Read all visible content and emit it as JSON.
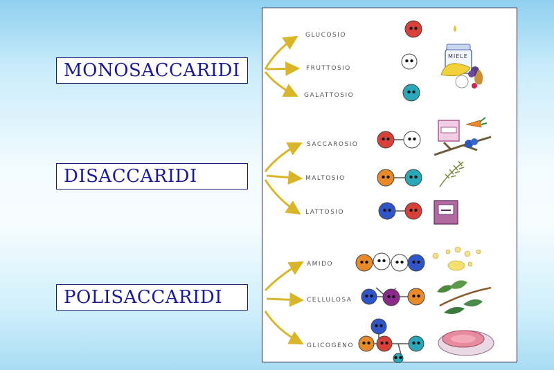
{
  "categories": {
    "mono": "MONOSACCARIDI",
    "di": "DISACCARIDI",
    "poli": "POLISACCARIDI"
  },
  "sugars": {
    "glucosio": "GLUCOSIO",
    "fruttosio": "FRUTTOSIO",
    "galattosio": "GALATTOSIO",
    "saccarosio": "SACCAROSIO",
    "maltosio": "MALTOSIO",
    "lattosio": "LATTOSIO",
    "amido": "AMIDO",
    "cellulosa": "CELLULOSA",
    "glicogeno": "GLICOGENO"
  },
  "food_text": {
    "jar_label": "MIELE"
  },
  "colors": {
    "glucose": "#d8403a",
    "fructose": "#ffffff",
    "galactose": "#2aa7b8",
    "orange_unit": "#e88a2a",
    "blue_unit": "#2f55c8",
    "purple_unit": "#8a2a8a",
    "arrow": "#d9b52a",
    "category_text": "#1a1a99"
  }
}
